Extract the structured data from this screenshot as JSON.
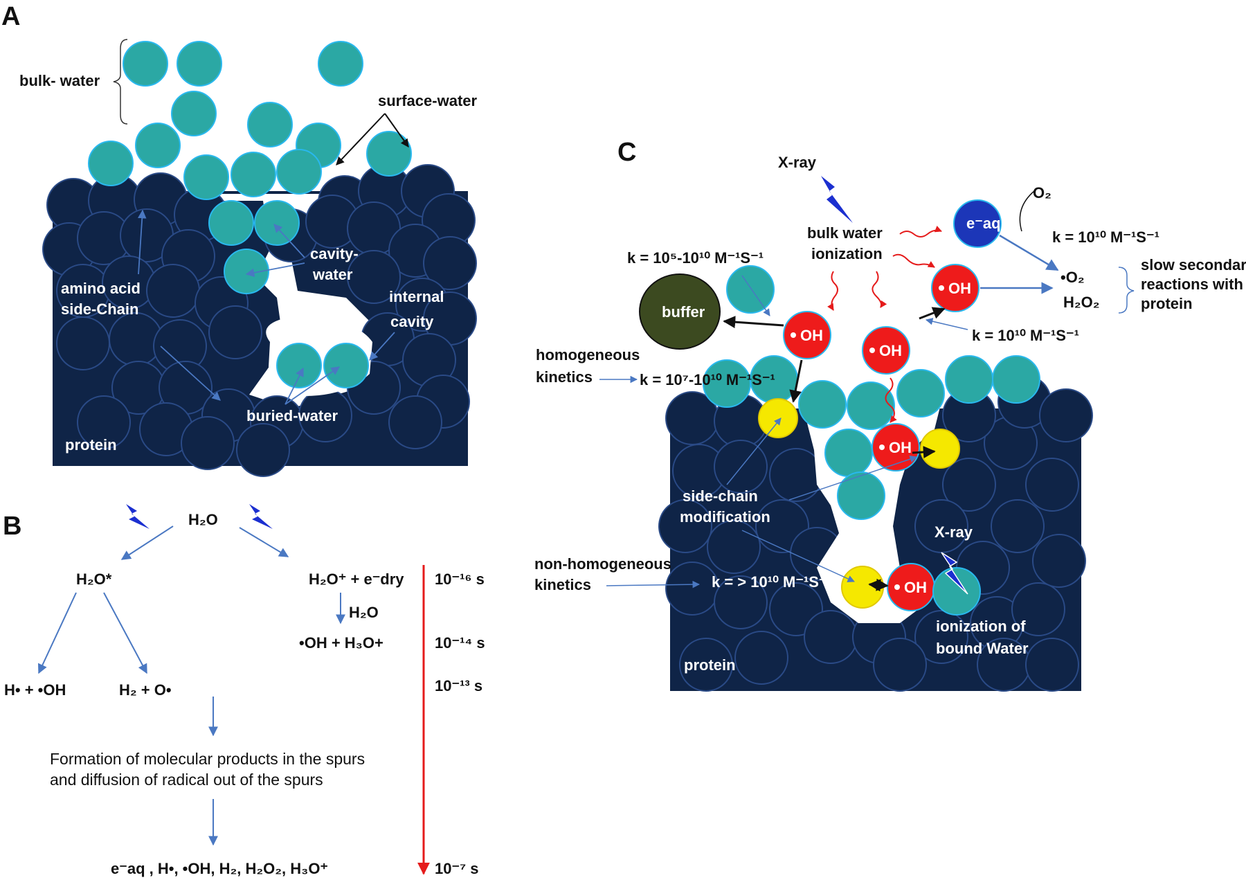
{
  "colors": {
    "protein": "#0f2447",
    "protein_edge": "#2a4a86",
    "water": "#2ba8a4",
    "water_edge": "#29b8ee",
    "radical": "#ee1b1b",
    "buffer": "#3c4a20",
    "electron": "#1c36b8",
    "modified_site": "#f5e800",
    "arrow_blue": "#4a78c2",
    "time_arrow": "#e51b1b",
    "bolt": "#1b2fd0"
  },
  "panel_a": {
    "letter": "A",
    "bulk_water": "bulk- water",
    "surface_water": "surface-water",
    "cavity_water_1": "cavity-",
    "cavity_water_2": "water",
    "amino_acid_1": "amino acid",
    "amino_acid_2": "side-Chain",
    "internal_1": "internal",
    "internal_2": "cavity",
    "buried_water": "buried-water",
    "protein": "protein"
  },
  "panel_b": {
    "letter": "B",
    "h2o": "H₂O",
    "h2o_star": "H₂O*",
    "h2o_plus_e": "H₂O⁺ + e⁻dry",
    "h2o_mid": "H₂O",
    "oh_h3o": "•OH + H₃O+",
    "h_oh": "H• + •OH",
    "h2_o": "H₂ + O•",
    "formation_1": "Formation of molecular products in the spurs",
    "formation_2": "and diffusion of radical out of the spurs",
    "final_products": "e⁻aq , H•, •OH, H₂, H₂O₂, H₃O⁺",
    "times": [
      "10⁻¹⁶ s",
      "10⁻¹⁴ s",
      "10⁻¹³ s",
      "10⁻⁷ s"
    ]
  },
  "panel_c": {
    "letter": "C",
    "xray_top": "X-ray",
    "bulk_1": "bulk water",
    "bulk_2": "ionization",
    "electron": "e⁻aq",
    "o2": "O₂",
    "k_o2": "k = 10¹⁰ M⁻¹S⁻¹",
    "k_buffer": "k = 10⁵-10¹⁰ M⁻¹S⁻¹",
    "buffer": "buffer",
    "oh": "OH",
    "superoxide": "•O₂",
    "h2o2": "H₂O₂",
    "slow_1": "slow secondary",
    "slow_2": "reactions with",
    "slow_3": "protein",
    "k_oh": "k = 10¹⁰ M⁻¹S⁻¹",
    "homog_1": "homogeneous",
    "homog_2": "kinetics",
    "k_homog": "k = 10⁷-10¹⁰ M⁻¹S⁻¹",
    "side_1": "side-chain",
    "side_2": "modification",
    "xray_bound": "X-ray",
    "nonhomog_1": "non-homogeneous",
    "nonhomog_2": "kinetics",
    "k_nonhomog": "k = > 10¹⁰ M⁻¹S⁻¹",
    "ionization_1": "ionization of",
    "ionization_2": "bound Water",
    "protein": "protein"
  }
}
